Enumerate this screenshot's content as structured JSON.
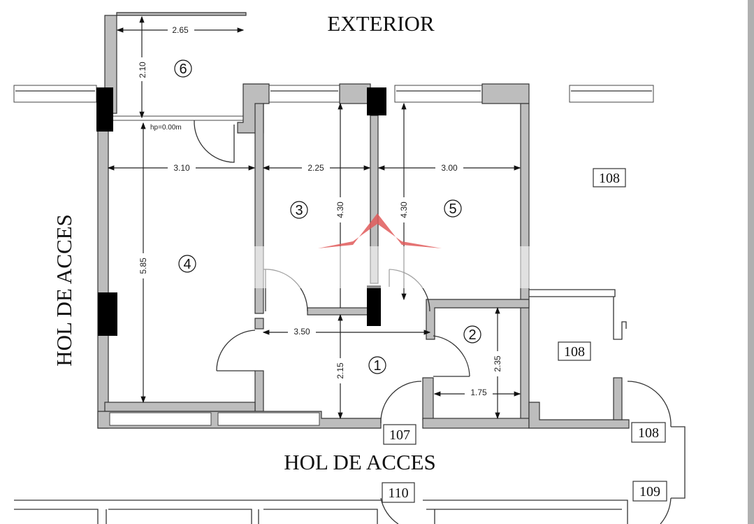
{
  "labels": {
    "exterior": "EXTERIOR",
    "hall_left": "HOL DE ACCES",
    "hall_bottom": "HOL DE ACCES",
    "hp": "hp=0.00m"
  },
  "rooms": [
    "1",
    "2",
    "3",
    "4",
    "5",
    "6"
  ],
  "unit_numbers": {
    "u108_top": "108",
    "u108_mid": "108",
    "u108_right": "108",
    "u107": "107",
    "u110": "110",
    "u109": "109"
  },
  "dimensions": {
    "room6_width": "2.65",
    "room6_depth": "2.10",
    "room4_width": "3.10",
    "room3_width": "2.25",
    "room5_width": "3.00",
    "room3_depth": "4.30",
    "room5_depth": "4.30",
    "room4_depth": "5.85",
    "room1_width": "3.50",
    "room1_depth": "2.15",
    "room2_depth": "2.35",
    "room2_width": "1.75"
  },
  "colors": {
    "wall": "#bdbdbd",
    "watermark_roof": "#e05a5a",
    "scrollbar": "#b0b0b0"
  }
}
